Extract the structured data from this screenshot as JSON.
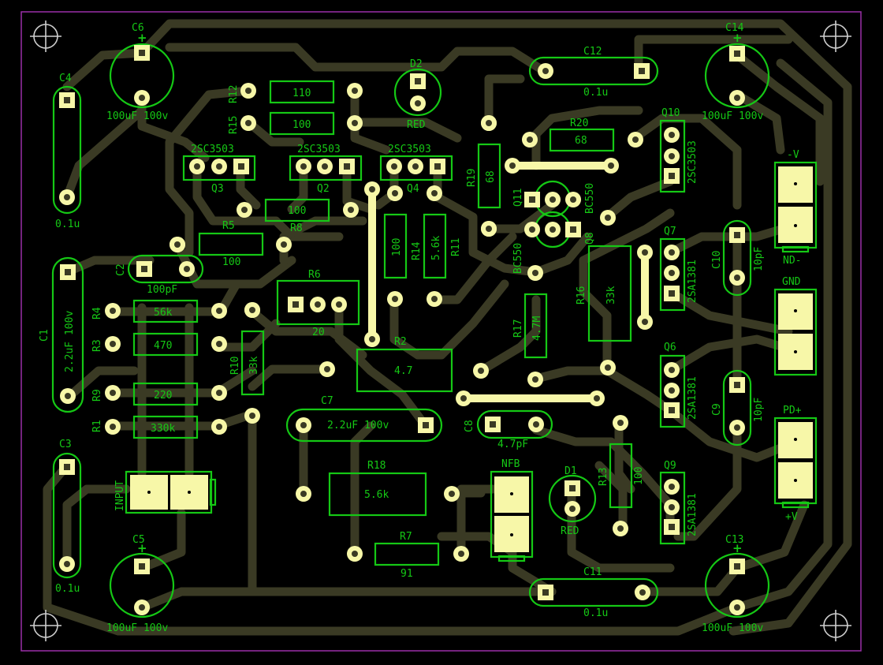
{
  "board": {
    "colors": {
      "background": "#000000",
      "copper_trace": "#3a3a24",
      "pad": "#f7f7a8",
      "silkscreen": "#15c815",
      "outline": "#9b2fa8"
    }
  },
  "resistors": [
    {
      "ref": "R12",
      "value": "110"
    },
    {
      "ref": "R15",
      "value": "100"
    },
    {
      "ref": "R8",
      "value": "100"
    },
    {
      "ref": "R5",
      "value": "100"
    },
    {
      "ref": "R4",
      "value": "56k"
    },
    {
      "ref": "R3",
      "value": "470"
    },
    {
      "ref": "R9",
      "value": "220"
    },
    {
      "ref": "R1",
      "value": "330k"
    },
    {
      "ref": "R10",
      "value": "33k"
    },
    {
      "ref": "R6",
      "value": "20"
    },
    {
      "ref": "R14",
      "value": "100"
    },
    {
      "ref": "R11",
      "value": "5.6k"
    },
    {
      "ref": "R2",
      "value": "4.7"
    },
    {
      "ref": "R18",
      "value": "5.6k"
    },
    {
      "ref": "R7",
      "value": "91"
    },
    {
      "ref": "R19",
      "value": "68"
    },
    {
      "ref": "R20",
      "value": "68"
    },
    {
      "ref": "R17",
      "value": "4.7M"
    },
    {
      "ref": "R16",
      "value": "33k"
    },
    {
      "ref": "R13",
      "value": "100"
    }
  ],
  "capacitors": [
    {
      "ref": "C6",
      "value": "100uF  100v"
    },
    {
      "ref": "C14",
      "value": "100uF  100v"
    },
    {
      "ref": "C5",
      "value": "100uF  100v"
    },
    {
      "ref": "C13",
      "value": "100uF  100v"
    },
    {
      "ref": "C4",
      "value": "0.1u"
    },
    {
      "ref": "C3",
      "value": "0.1u"
    },
    {
      "ref": "C12",
      "value": "0.1u"
    },
    {
      "ref": "C11",
      "value": "0.1u"
    },
    {
      "ref": "C1",
      "value": "2.2uF  100v"
    },
    {
      "ref": "C2",
      "value": "100pF"
    },
    {
      "ref": "C7",
      "value": "2.2uF  100v"
    },
    {
      "ref": "C8",
      "value": "4.7pF"
    },
    {
      "ref": "C10",
      "value": "10pF"
    },
    {
      "ref": "C9",
      "value": "10pF"
    }
  ],
  "transistors": [
    {
      "ref": "Q3",
      "part": "2SC3503"
    },
    {
      "ref": "Q2",
      "part": "2SC3503"
    },
    {
      "ref": "Q4",
      "part": "2SC3503"
    },
    {
      "ref": "Q10",
      "part": "2SC3503"
    },
    {
      "ref": "Q7",
      "part": "2SA1381"
    },
    {
      "ref": "Q6",
      "part": "2SA1381"
    },
    {
      "ref": "Q9",
      "part": "2SA1381"
    },
    {
      "ref": "Q11",
      "part": "BC550"
    },
    {
      "ref": "Q8",
      "part": "BC550"
    }
  ],
  "leds": [
    {
      "ref": "D2",
      "color": "RED"
    },
    {
      "ref": "D1",
      "color": "RED"
    }
  ],
  "connectors": [
    {
      "label": "INPUT"
    },
    {
      "label": "NFB"
    },
    {
      "label": "-V"
    },
    {
      "label": "ND-"
    },
    {
      "label": "GND"
    },
    {
      "label": "PD+"
    },
    {
      "label": "+V"
    }
  ],
  "polarity_marks": {
    "plus": "+"
  }
}
